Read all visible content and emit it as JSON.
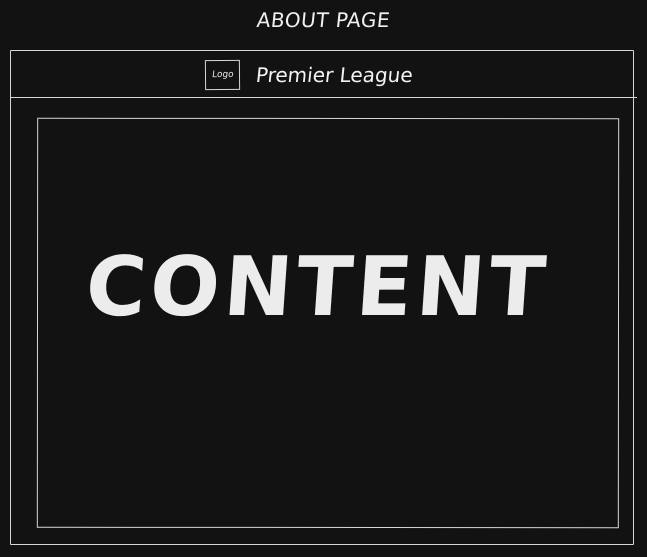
{
  "page": {
    "title": "ABOUT PAGE"
  },
  "header": {
    "logo_label": "Logo",
    "site_name": "Premier League"
  },
  "main": {
    "placeholder": "CONTENT"
  },
  "colors": {
    "background": "#121212",
    "stroke": "#d6d6d6",
    "text": "#ececec"
  }
}
